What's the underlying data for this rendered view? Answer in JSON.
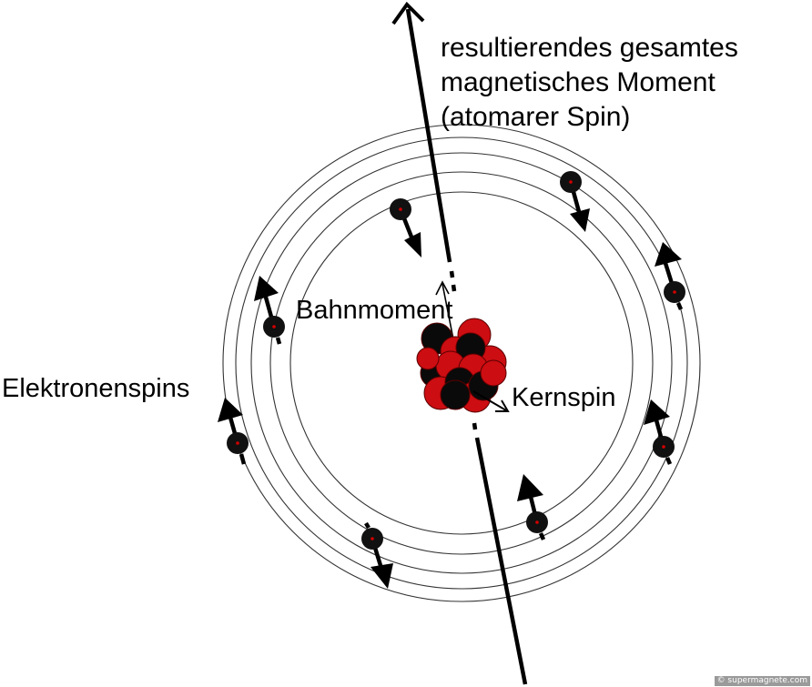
{
  "labels": {
    "total_moment_lines": [
      "resultierendes gesamtes",
      "magnetisches Moment",
      "(atomarer Spin)"
    ],
    "orbital_moment": "Bahnmoment",
    "nuclear_spin": "Kernspin",
    "electron_spins": "Elektronenspins"
  },
  "watermark": "© supermagnete.com",
  "colors": {
    "proton": "#cc0d12",
    "neutron": "#0a0a0a",
    "orbit_line": "#333333",
    "electron": "#111111",
    "electron_dot": "#d40000",
    "arrow": "#000000"
  },
  "icons": {
    "electron": "electron-with-spin-arrow",
    "nucleus": "atomic-nucleus-cluster",
    "axis": "total-magnetic-moment-arrow"
  }
}
